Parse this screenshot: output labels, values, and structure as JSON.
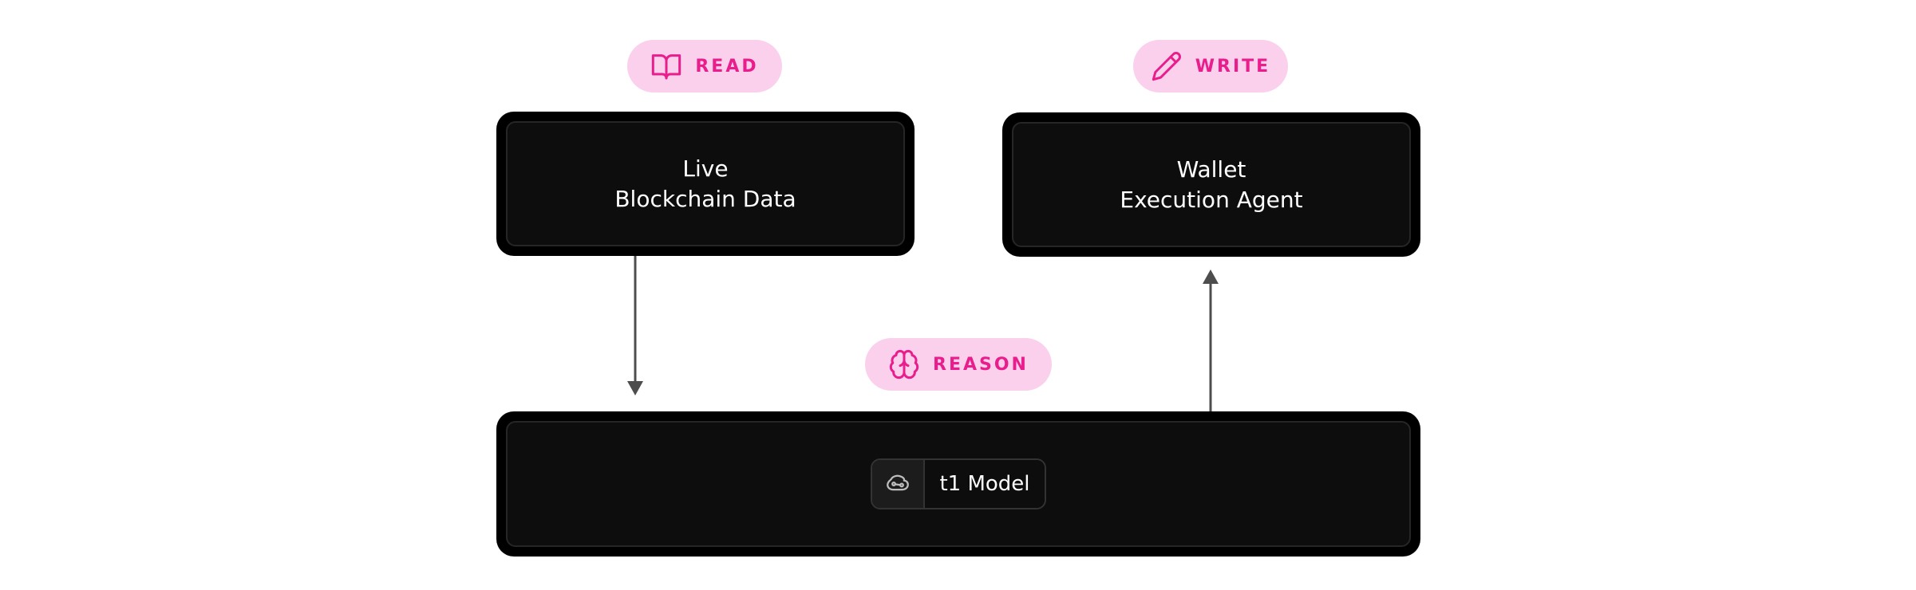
{
  "pills": {
    "read": {
      "label": "READ",
      "icon": "book-open-icon"
    },
    "write": {
      "label": "WRITE",
      "icon": "pencil-icon"
    },
    "reason": {
      "label": "REASON",
      "icon": "brain-icon"
    }
  },
  "boxes": {
    "source": {
      "line1": "Live",
      "line2": "Blockchain Data"
    },
    "agent": {
      "line1": "Wallet",
      "line2": "Execution Agent"
    }
  },
  "model": {
    "label": "t1 Model",
    "icon": "model-icon"
  },
  "colors": {
    "accent": "#e91e8c",
    "pill_bg": "#fbd0ec",
    "box_bg": "#000000",
    "arrow": "#4d4d4d"
  }
}
